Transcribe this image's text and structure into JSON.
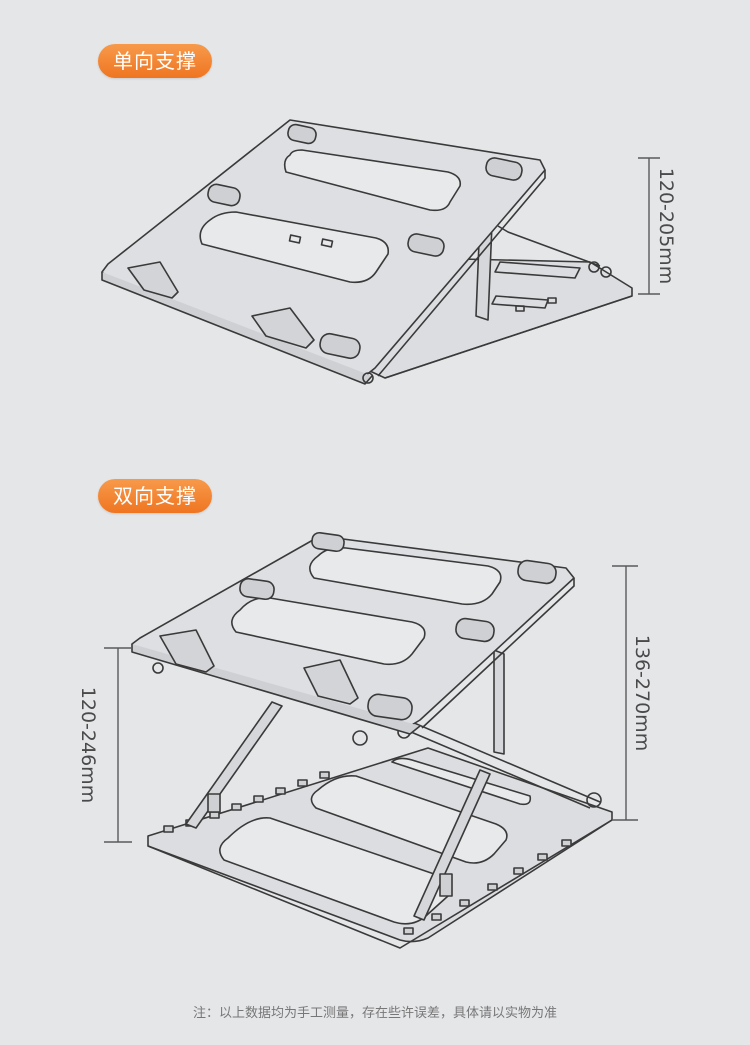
{
  "sections": [
    {
      "badge": "单向支撑",
      "height_range": "120-205mm"
    },
    {
      "badge": "双向支撑",
      "height_range_base": "120-246mm",
      "height_range_total": "136-270mm"
    }
  ],
  "footnote": "注：以上数据均为手工测量，存在些许误差，具体请以实物为准",
  "colors": {
    "badge": "#ef7521",
    "background": "#e5e6e8",
    "line": "#3a3a3a",
    "panel": "#dcdde0"
  }
}
